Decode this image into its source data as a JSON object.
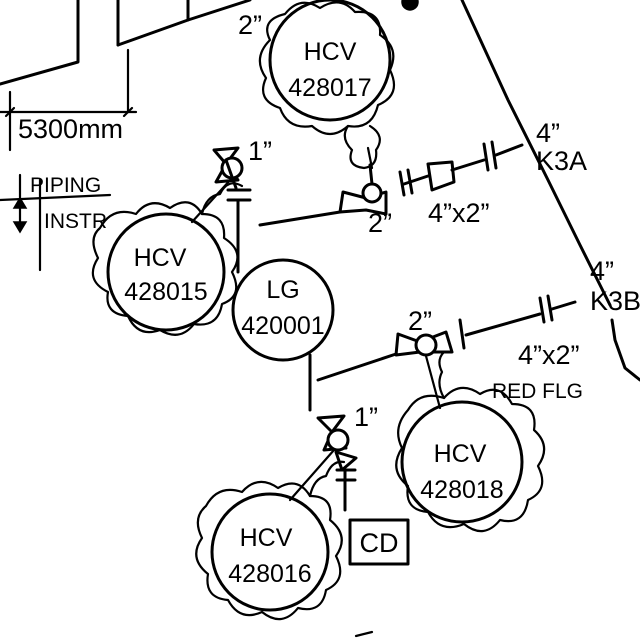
{
  "dimensions": {
    "top_pipe": "2”",
    "overall": "5300mm"
  },
  "piping_note": {
    "line1": "PIPING",
    "line2": "INSTR"
  },
  "lines": {
    "upper": {
      "size": "4”",
      "spec": "K3A",
      "reducer": "4”x2”",
      "valve_size": "2”"
    },
    "lower": {
      "size": "4”",
      "spec": "K3B",
      "reducer": "4”x2”",
      "reducer_type": "RED FLG",
      "valve_size": "2”"
    }
  },
  "instruments": {
    "hcv_428017": {
      "type": "HCV",
      "number": "428017"
    },
    "hcv_428015": {
      "type": "HCV",
      "number": "428015"
    },
    "hcv_428018": {
      "type": "HCV",
      "number": "428018"
    },
    "hcv_428016": {
      "type": "HCV",
      "number": "428016"
    },
    "lg_420001": {
      "type": "LG",
      "number": "420001"
    }
  },
  "small_valves": {
    "top_size": "1”",
    "bottom_size": "1”"
  },
  "drain": {
    "label": "CD"
  }
}
